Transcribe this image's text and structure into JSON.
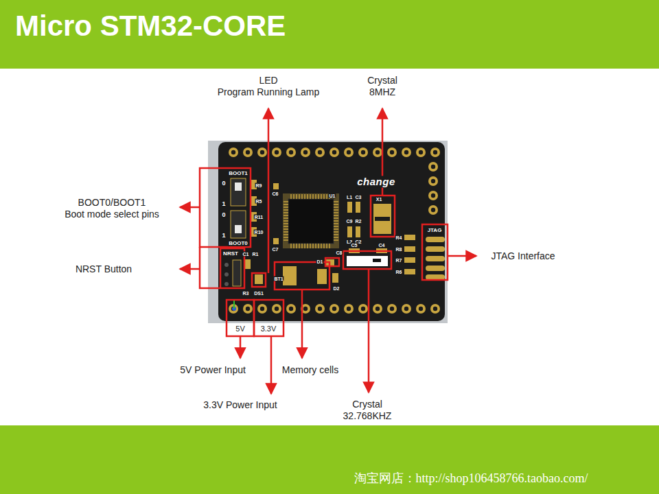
{
  "diagram": {
    "title": "Micro STM32-CORE",
    "labels": [
      "LED",
      "Program Running Lamp",
      "Crystal",
      "8MHZ",
      "BOOT1",
      "0",
      "R9",
      "change",
      "U1",
      "C6",
      "X1",
      "BOOT0/BOOT1",
      "1",
      "R5",
      "L1",
      "C3",
      "Boot mode select pins",
      "0",
      "R11",
      "C9",
      "R2",
      "JTAG",
      "1",
      "R10",
      "L2",
      "C2",
      "R4",
      "BOOT0",
      "C5",
      "C4",
      "C7",
      "C8",
      "R8",
      "NRST",
      "C1",
      "R1",
      "JTAG Interface",
      "R7",
      "D1",
      "NRST Button",
      "R6",
      "BT1",
      "D2",
      "R3",
      "DS1",
      "5V",
      "3.3V",
      "5V Power Input",
      "Memory cells",
      "3.3V Power Input",
      "Crystal",
      "32.768KHZ",
      "淘宝网店：http://shop106458766.taobao.com/"
    ]
  }
}
